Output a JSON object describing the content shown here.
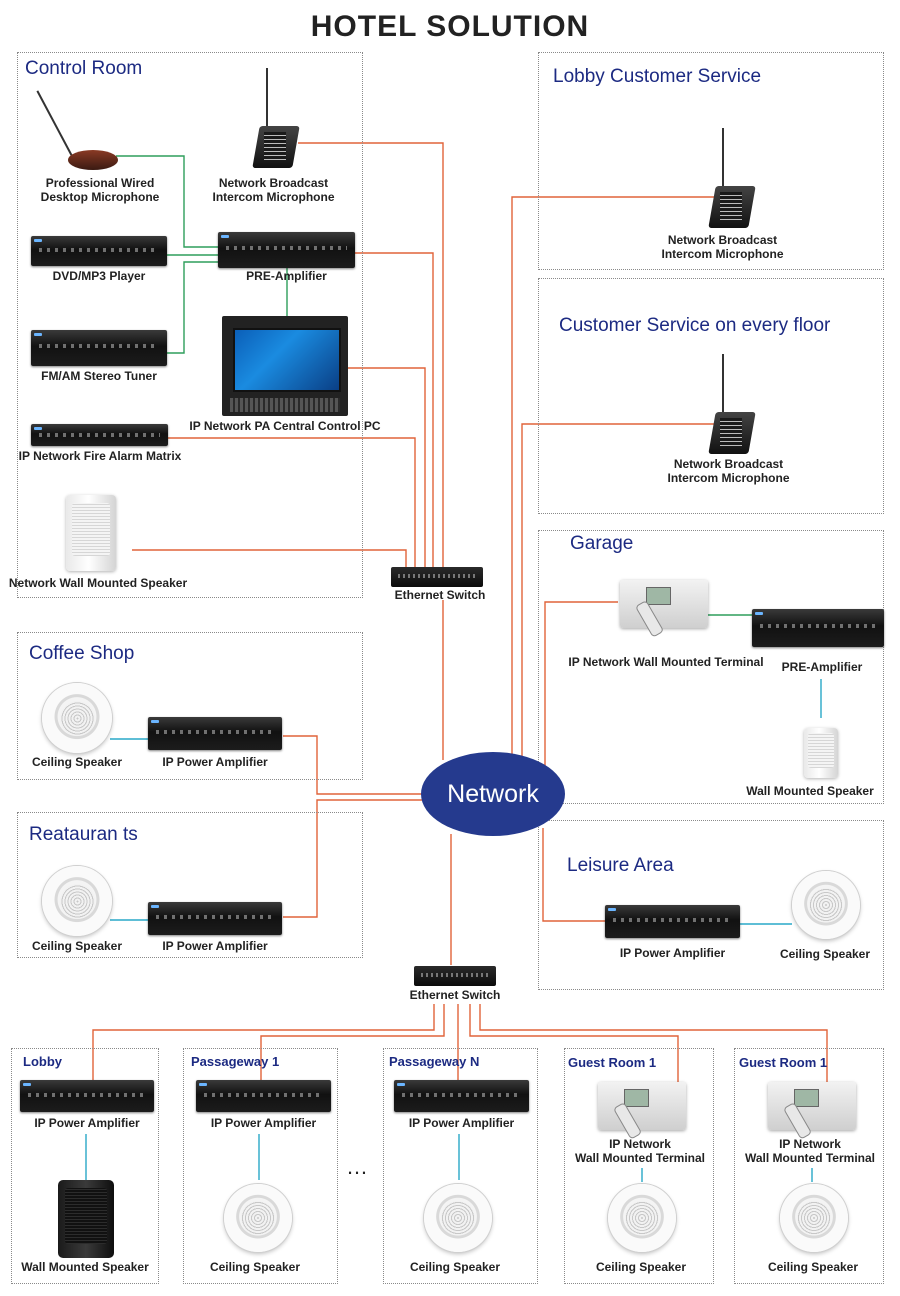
{
  "title": "HOTEL SOLUTION",
  "network": "Network",
  "ellipsis": "…",
  "sections": {
    "control_room": "Control Room",
    "lobby_cs": "Lobby Customer Service",
    "floor_cs": "Customer Service on every floor",
    "garage": "Garage",
    "coffee": "Coffee Shop",
    "restaurants": "Reatauran ts",
    "leisure": "Leisure Area",
    "lobby": "Lobby",
    "passage1": "Passageway 1",
    "passageN": "Passageway N",
    "guest1": "Guest Room 1",
    "guest2": "Guest Room 1"
  },
  "labels": {
    "desktop_mic": "Professional Wired\nDesktop Microphone",
    "nb_mic_cr": "Network Broadcast\nIntercom Microphone",
    "dvd": "DVD/MP3 Player",
    "preamp_cr": "PRE-Amplifier",
    "tuner": "FM/AM Stereo Tuner",
    "pc": "IP Network PA Central Control PC",
    "fire": "IP Network Fire Alarm Matrix",
    "wall_cr": "Network Wall Mounted Speaker",
    "switch1": "Ethernet Switch",
    "nb_mic_lobby": "Network Broadcast\nIntercom Microphone",
    "nb_mic_floor": "Network Broadcast\nIntercom Microphone",
    "garage_term": "IP Network Wall Mounted Terminal",
    "garage_preamp": "PRE-Amplifier",
    "garage_wall": "Wall Mounted Speaker",
    "coffee_ceil": "Ceiling Speaker",
    "coffee_amp": "IP Power Amplifier",
    "rest_ceil": "Ceiling Speaker",
    "rest_amp": "IP Power Amplifier",
    "leisure_amp": "IP Power Amplifier",
    "leisure_ceil": "Ceiling Speaker",
    "switch2": "Ethernet Switch",
    "lobby_amp": "IP Power Amplifier",
    "lobby_wall": "Wall Mounted Speaker",
    "p1_amp": "IP Power Amplifier",
    "p1_ceil": "Ceiling Speaker",
    "pN_amp": "IP Power Amplifier",
    "pN_ceil": "Ceiling Speaker",
    "g1_term": "IP Network\nWall Mounted Terminal",
    "g1_ceil": "Ceiling Speaker",
    "g2_term": "IP Network\nWall Mounted Terminal",
    "g2_ceil": "Ceiling Speaker"
  },
  "colors": {
    "orange_wire": "#e0633a",
    "green_wire": "#2e9e5b",
    "cyan_wire": "#29a8c8",
    "section_title": "#1c2a82",
    "network_fill": "#253a8e"
  }
}
